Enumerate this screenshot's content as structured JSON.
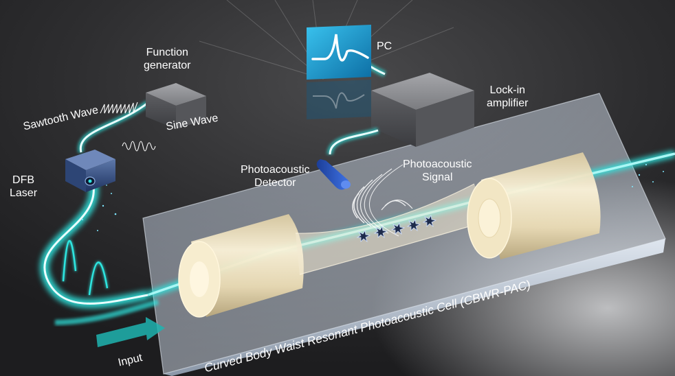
{
  "labels": {
    "function_generator": [
      "Function",
      "generator"
    ],
    "pc": "PC",
    "lockin_amplifier": [
      "Lock-in",
      "amplifier"
    ],
    "sawtooth_wave": "Sawtooth Wave",
    "sine_wave": "Sine Wave",
    "dfb_laser": [
      "DFB",
      "Laser"
    ],
    "photoacoustic_detector": [
      "Photoacoustic",
      "Detector"
    ],
    "photoacoustic_signal": [
      "Photoacoustic",
      "Signal"
    ],
    "input": "Input",
    "cell_title": "Curved Body Waist Resonant Photoacoustic Cell (CBWR-PAC)"
  },
  "colors": {
    "background": "#2c2c2d",
    "beam": "#2ee6e0",
    "beam_core": "#e9ffff",
    "plate": "#b9c6d6",
    "cylinder": "#efe2bd",
    "device_box": "#6e6f73",
    "laser_box": "#2d4575",
    "screen": "#1aa3d6",
    "label_text": "#ffffff"
  }
}
